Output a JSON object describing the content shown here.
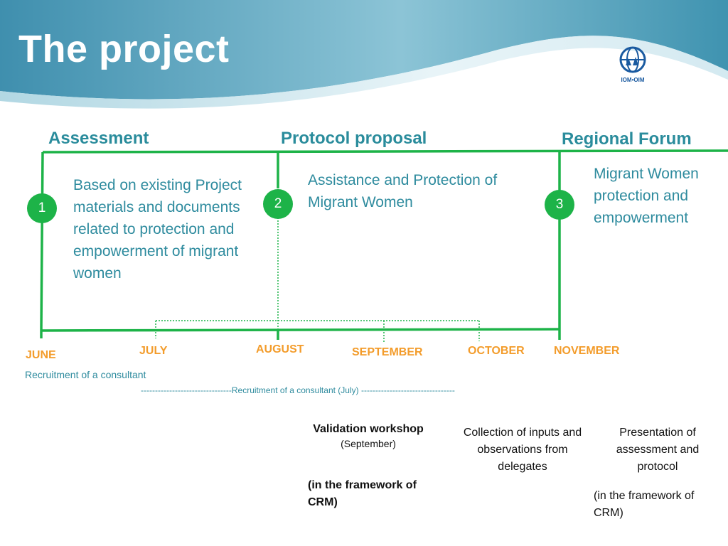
{
  "slide": {
    "title": "The project"
  },
  "logo": {
    "text": "IOM•OIM",
    "icon": "iom-globe-icon"
  },
  "phases": [
    {
      "step": "1",
      "heading": "Assessment",
      "description": "Based on existing Project materials and documents related to protection and empowerment of migrant women"
    },
    {
      "step": "2",
      "heading": "Protocol proposal",
      "description": "Assistance and Protection of Migrant Women"
    },
    {
      "step": "3",
      "heading": "Regional Forum",
      "description": "Migrant Women protection and empowerment"
    }
  ],
  "months": [
    "JUNE",
    "JULY",
    "AUGUST",
    "SEPTEMBER",
    "OCTOBER",
    "NOVEMBER"
  ],
  "notes": {
    "june_recruitment": "Recruitment of a consultant",
    "july_recruitment": "--------------------------------Recruitment of a consultant (July) ---------------------------------"
  },
  "events": {
    "validation_title": "Validation workshop",
    "validation_month": "(September)",
    "validation_framework": "(in the framework of CRM)",
    "collection": "Collection of inputs and observations from delegates",
    "presentation": "Presentation of assessment and protocol",
    "presentation_framework": "(in the framework of CRM)"
  },
  "colors": {
    "green": "#1db348",
    "teal_text": "#2e8b9e",
    "month_orange": "#f39c2b",
    "header_blue": "#3f93b0"
  }
}
